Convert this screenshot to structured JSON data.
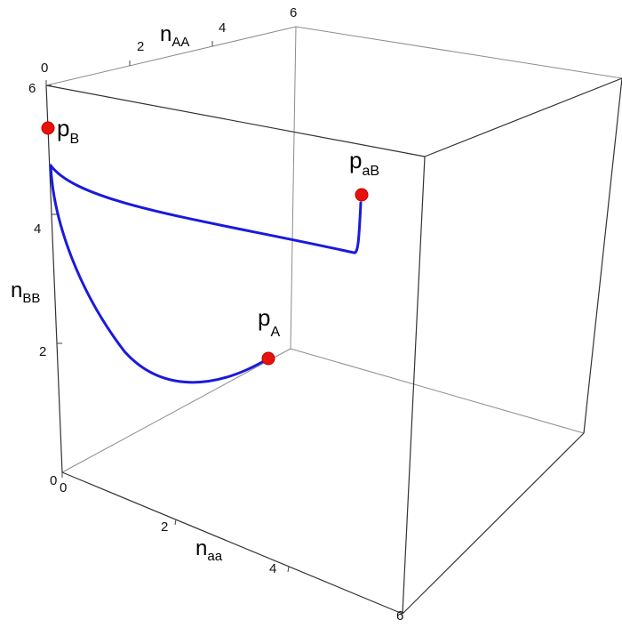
{
  "axes": {
    "naa": {
      "label_main": "n",
      "label_sub": "aa",
      "ticks": [
        "0",
        "2",
        "4",
        "6"
      ]
    },
    "nAA": {
      "label_main": "n",
      "label_sub": "AA",
      "ticks": [
        "0",
        "2",
        "4",
        "6"
      ]
    },
    "nBB": {
      "label_main": "n",
      "label_sub": "BB",
      "ticks": [
        "0",
        "2",
        "4",
        "6"
      ]
    }
  },
  "points": {
    "pB": {
      "main": "p",
      "sub": "B",
      "color": "#e8120c"
    },
    "paB": {
      "main": "p",
      "sub": "aB",
      "color": "#e8120c"
    },
    "pA": {
      "main": "p",
      "sub": "A",
      "color": "#e8120c"
    }
  },
  "curve_color": "#1a1adc"
}
